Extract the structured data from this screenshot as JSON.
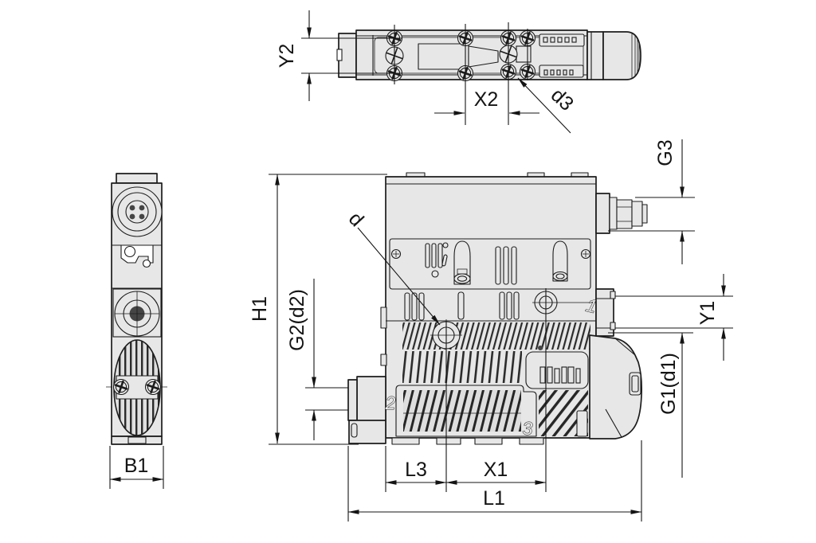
{
  "drawing": {
    "type": "technical-dimension-drawing",
    "background": "#ffffff",
    "line_color": "#1c1c1c",
    "body_fill": "#e7e7e7",
    "views": [
      {
        "id": "top-view",
        "dimension_labels": [
          "Y2",
          "X2",
          "d3"
        ]
      },
      {
        "id": "side-view",
        "dimension_labels": [
          "B1"
        ]
      },
      {
        "id": "front-view",
        "dimension_labels": [
          "H1",
          "G2(d2)",
          "d",
          "G3",
          "Y1",
          "G1(d1)",
          "L3",
          "X1",
          "L1"
        ],
        "port_numbers": [
          "1",
          "2",
          "3"
        ]
      }
    ]
  },
  "labels": {
    "Y2": "Y2",
    "X2": "X2",
    "d3": "d3",
    "B1": "B1",
    "H1": "H1",
    "G2": "G2(d2)",
    "d": "d",
    "G3": "G3",
    "Y1": "Y1",
    "G1": "G1(d1)",
    "L3": "L3",
    "X1": "X1",
    "L1": "L1"
  },
  "ports": {
    "p1": "1",
    "p2": "2",
    "p3": "3"
  }
}
